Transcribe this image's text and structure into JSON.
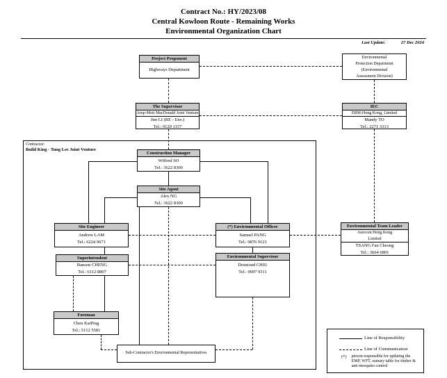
{
  "title": {
    "line1": "Contract No.: HY/2023/08",
    "line2": "Central Kowloon Route - Remaining Works",
    "line3": "Environmental Organization Chart"
  },
  "last_update": {
    "label": "Last Update:",
    "value": "27 Dec 2024"
  },
  "contractor_frame": {
    "label": "Contractor:",
    "name": "Build King - Tung Lee Joint Venture"
  },
  "boxes": {
    "project_proponent": {
      "header": "Project Proponent",
      "line1": "Highways Department"
    },
    "epd": {
      "line1": "Environmental",
      "line2": "Protection Department",
      "line3": "(Environmental",
      "line4": "Assessment Division)"
    },
    "supervisor": {
      "header": "The Supervisor",
      "sub": "Arup-Mott MacDonald Joint Venture",
      "line1": "Jim LI (RE - Env.)",
      "line2": "Tel.: 9120 1157"
    },
    "iec": {
      "header": "IEC",
      "sub": "ERM-Hong Kong, Limited",
      "line1": "Mandy TO",
      "line2": "Tel.: 2271 3313"
    },
    "construction_manager": {
      "header": "Construction Manager",
      "line1": "Wilfred SO",
      "line2": "Tel.: 3622 8300"
    },
    "site_agent": {
      "header": "Site Agent",
      "line1": "Alex NG",
      "line2": "Tel.: 3622 8300"
    },
    "site_engineer": {
      "header": "Site Engineer",
      "line1": "Andrew LAM",
      "line2": "Tel.: 6224 9671"
    },
    "env_officer": {
      "header": "(*) Environmental Officer",
      "line1": "Samuel PANG",
      "line2": "Tel.: 9876 9121"
    },
    "env_team_leader": {
      "header": "Environmental Team Leader",
      "sub1": "Aurecon Hong Kong",
      "sub2": "Limited",
      "line1": "TSANG Fan Cheong",
      "line2": "Tel.: 3664 6801"
    },
    "superintendent": {
      "header": "Superintendent",
      "line1": "Banson CHENG",
      "line2": "Tel.: 6112 8807"
    },
    "env_supervisor": {
      "header": "Environmental Supervisor",
      "line1": "Desmond CHIU",
      "line2": "Tel.: 9697 9311"
    },
    "foreman": {
      "header": "Foreman",
      "line1": "Chen KaiPing",
      "line2": "Tel.: 5112 5581"
    },
    "subcontractor": {
      "line1": "Sub-Contractor's Environmental Representatives"
    }
  },
  "legend": {
    "responsibility": "Line of Responsibility",
    "communication": "Line of Communication",
    "asterisk": "(*)",
    "note": "person responsible for updating the EMP, WFT, sumary table for timber & anti-mosquito control"
  },
  "colors": {
    "header_bg": "#c9c9c9",
    "line": "#000000"
  }
}
